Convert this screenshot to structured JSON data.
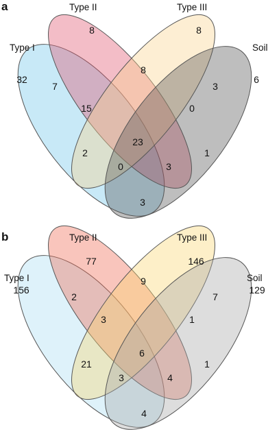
{
  "panels": [
    {
      "letter": "a",
      "sets": [
        {
          "name": "Type I",
          "color": "#6ec6ea"
        },
        {
          "name": "Type II",
          "color": "#e0516b"
        },
        {
          "name": "Type III",
          "color": "#f9d18c"
        },
        {
          "name": "Soil",
          "color": "#555555"
        }
      ],
      "counts": {
        "only_type1": "32",
        "only_type2": "8",
        "only_type3": "8",
        "only_soil": "6",
        "type1_type2": "7",
        "type2_type3": "8",
        "type3_soil": "3",
        "type1_type2_type3": "15",
        "type2_type3_soil": "0",
        "all_four": "23",
        "type1_type3": "2",
        "type2_soil": "1",
        "type1_type3_soil": "0",
        "type1_type2_soil": "3",
        "type1_soil": "3"
      }
    },
    {
      "letter": "b",
      "sets": [
        {
          "name": "Type I",
          "color": "#a9dcf3"
        },
        {
          "name": "Type II",
          "color": "#f0664f"
        },
        {
          "name": "Type III",
          "color": "#fbd56f"
        },
        {
          "name": "Soil",
          "color": "#a6a6a6"
        }
      ],
      "counts": {
        "only_type1": "156",
        "only_type2": "77",
        "only_type3": "146",
        "only_soil": "129",
        "type1_type2": "2",
        "type2_type3": "9",
        "type3_soil": "7",
        "type1_type2_type3": "3",
        "type2_type3_soil": "1",
        "all_four": "6",
        "type1_type3": "21",
        "type2_soil": "1",
        "type1_type3_soil": "3",
        "type1_type2_soil": "4",
        "type1_soil": "4"
      }
    }
  ]
}
